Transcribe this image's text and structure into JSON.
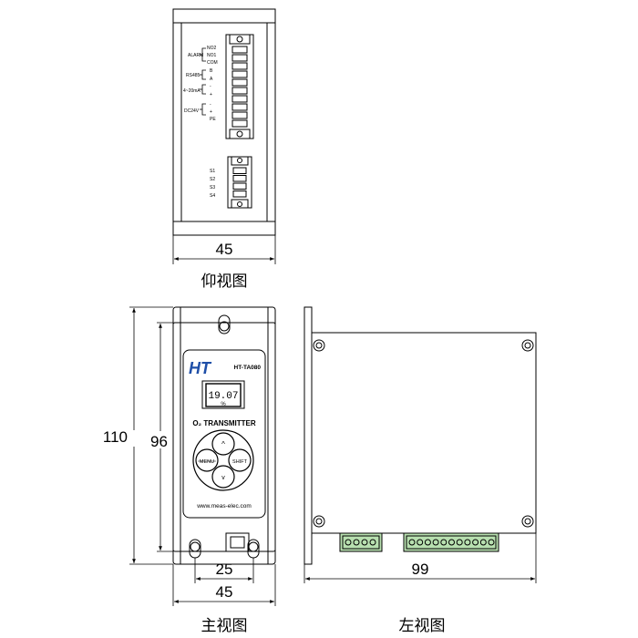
{
  "views": {
    "bottom": {
      "caption": "仰视图",
      "width_dim": "45",
      "terminal_labels": {
        "alarm": "ALARM",
        "no2": "NO2",
        "no1": "NO1",
        "com": "COM",
        "rs485": "RS485",
        "b": "B",
        "a": "A",
        "ma": "4~20mA",
        "minus1": "-",
        "plus1": "+",
        "dc": "DC24V",
        "minus2": "-",
        "plus2": "+",
        "pe": "PE",
        "s1": "S1",
        "s2": "S2",
        "s3": "S3",
        "s4": "S4"
      }
    },
    "front": {
      "caption": "主视图",
      "height_outer": "110",
      "height_inner": "96",
      "hole_spacing": "25",
      "width_dim": "45",
      "logo": "HT",
      "model": "HT-TA080",
      "display_value": "19.07",
      "display_unit": "%",
      "product_name": "O₂ TRANSMITTER",
      "btn_menu": "MENU",
      "btn_shift": "SHIFT",
      "btn_up": "^",
      "btn_down": "v",
      "website": "www.meas-elec.com"
    },
    "left": {
      "caption": "左视图",
      "width_dim": "99"
    }
  },
  "colors": {
    "line": "#000000",
    "logo_blue": "#1f4fa8",
    "panel_gray": "#d9d9d9",
    "terminal_green": "#b8e0b0"
  }
}
